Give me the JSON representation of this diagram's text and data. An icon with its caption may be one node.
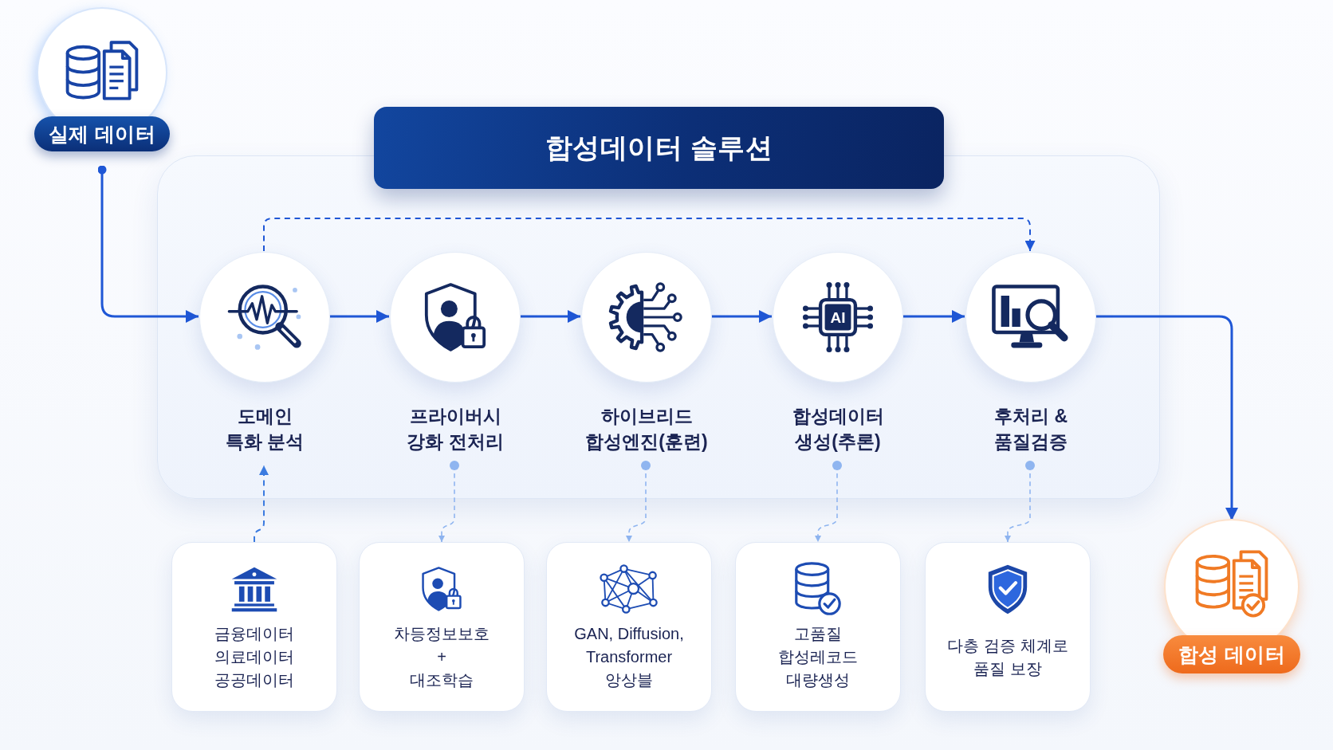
{
  "diagram": {
    "title": "합성데이터 솔루션",
    "nodes": [
      {
        "text": [
          "실제 데이터"
        ]
      },
      {
        "text": [],
        "shape": "box"
      },
      {
        "text": [
          "도메인 특화 분석"
        ],
        "in": 1
      },
      {
        "text": [
          "프라이버시 강화 전처리"
        ],
        "in": 1
      },
      {
        "text": [
          "하이브리드 합성엔진(훈련)"
        ],
        "in": 1
      },
      {
        "text": [
          "합성데이터 생성(추론)"
        ],
        "in": 1
      },
      {
        "text": [
          "후처리 & 품질검증"
        ],
        "in": 1
      },
      {
        "text": [
          "금융데이터 의료데이터 공공데이터"
        ]
      },
      {
        "text": [
          "차등정보보호 + 대조학습"
        ]
      },
      {
        "text": [
          "GAN, Diffusion, Transformer 앙상블"
        ]
      },
      {
        "text": [
          "고품질 합성레코드 대량생성"
        ]
      },
      {
        "text": [
          "다층 검증 체계로 품질 보장"
        ]
      },
      {
        "text": [
          "합성 데이터"
        ]
      }
    ],
    "edges": [
      {
        "from": 0,
        "to": 2,
        "arrow": "to"
      },
      {
        "from": 2,
        "to": 3,
        "arrow": "to"
      },
      {
        "from": 3,
        "to": 4,
        "arrow": "to"
      },
      {
        "from": 4,
        "to": 5,
        "arrow": "to"
      },
      {
        "from": 5,
        "to": 6,
        "arrow": "to"
      },
      {
        "from": 2,
        "to": 6,
        "arrow": "to",
        "style": "dashed"
      },
      {
        "from": 6,
        "to": 12,
        "arrow": "to"
      },
      {
        "from": 7,
        "to": 2,
        "arrow": "to",
        "style": "dashed",
        "color": "#3b7be0"
      },
      {
        "from": 3,
        "to": 8,
        "arrow": "to",
        "style": "dashed",
        "color": "#8fb5f0"
      },
      {
        "from": 4,
        "to": 9,
        "arrow": "to",
        "style": "dashed",
        "color": "#8fb5f0"
      },
      {
        "from": 5,
        "to": 10,
        "arrow": "to",
        "style": "dashed",
        "color": "#8fb5f0"
      },
      {
        "from": 6,
        "to": 11,
        "arrow": "to",
        "style": "dashed",
        "color": "#8fb5f0"
      }
    ],
    "labels": [
      "AI"
    ]
  }
}
